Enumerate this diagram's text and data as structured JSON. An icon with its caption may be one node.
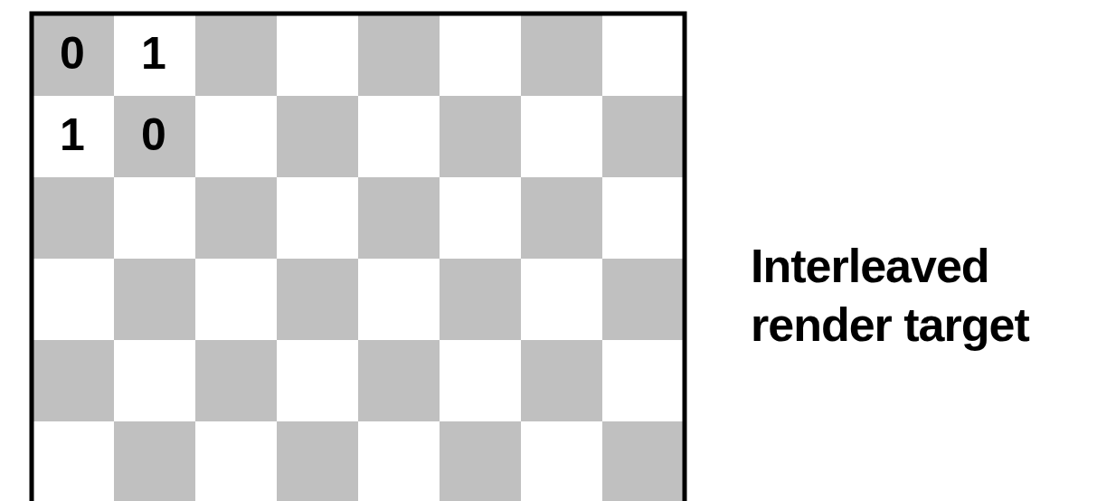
{
  "diagram": {
    "labels": [
      "0",
      "1",
      "1",
      "0",
      "Interleaved render target"
    ]
  }
}
